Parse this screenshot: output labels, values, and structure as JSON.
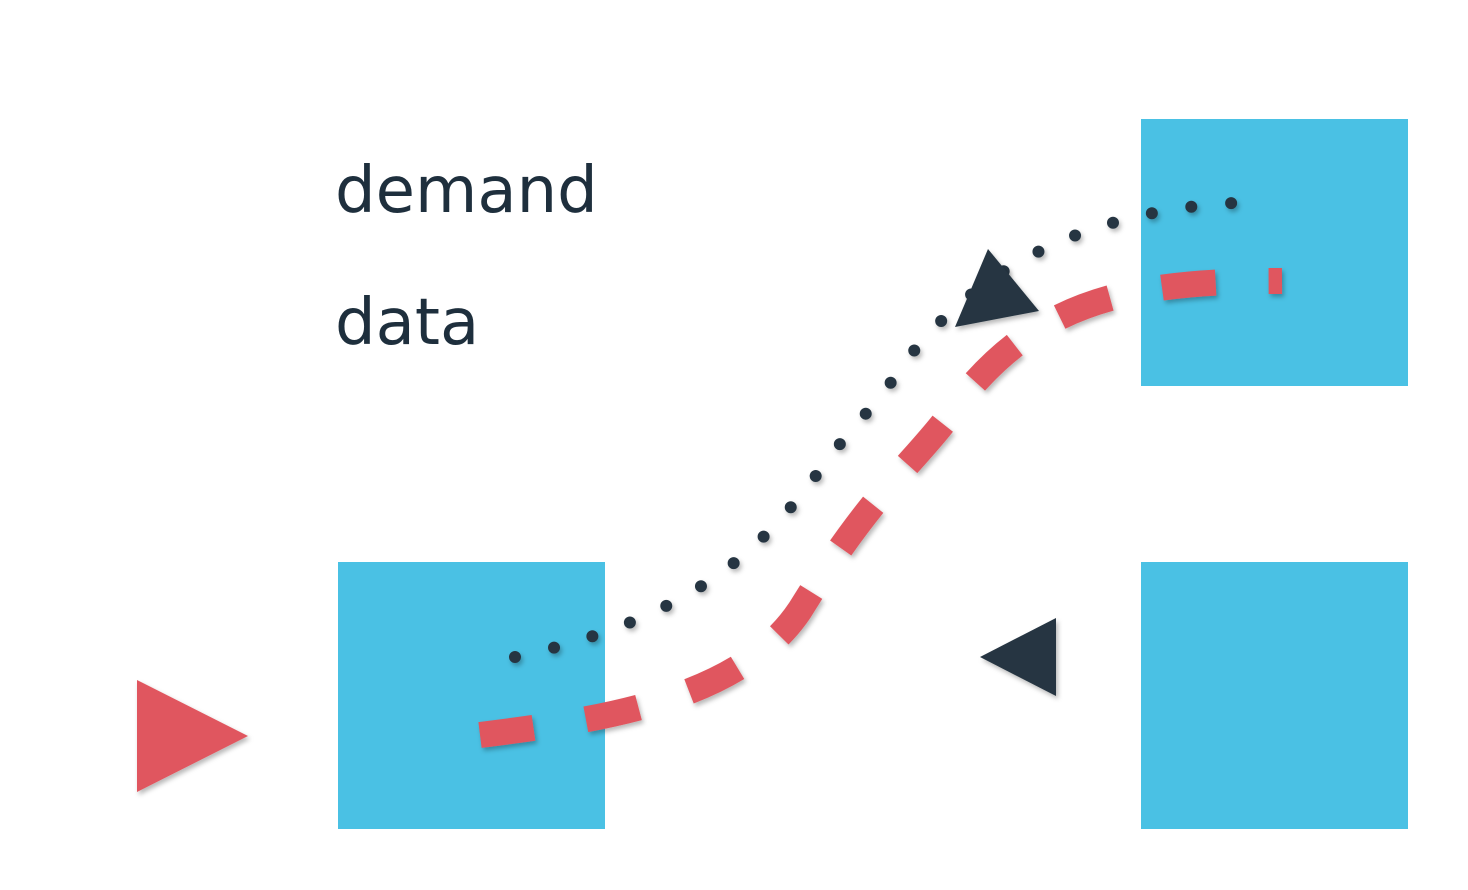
{
  "legend": {
    "items": [
      {
        "label": "demand",
        "style": "dotted",
        "color": "#263642"
      },
      {
        "label": "data",
        "style": "dashed",
        "color": "#e0575e"
      }
    ]
  },
  "colors": {
    "node": "#4ac1e4",
    "demand": "#263642",
    "data": "#e0575e",
    "text": "#1e2f3d"
  },
  "nodes": [
    {
      "id": "node-middle"
    },
    {
      "id": "node-top-right"
    },
    {
      "id": "node-bottom-right"
    }
  ]
}
